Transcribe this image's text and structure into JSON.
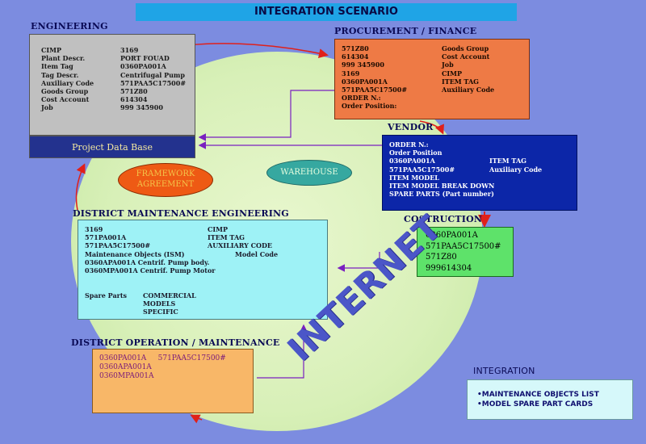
{
  "title": "INTEGRATION SCENARIO",
  "engineering": {
    "title": "ENGINEERING",
    "rows": [
      [
        "CIMP",
        "3169"
      ],
      [
        "Plant Descr.",
        "PORT FOUAD"
      ],
      [
        "Item Tag",
        "0360PA001A"
      ],
      [
        "Tag Descr.",
        "Centrifugal Pump"
      ],
      [
        "Auxiliary Code",
        "571PAA5C17500#"
      ],
      [
        "Goods Group",
        "571Z80"
      ],
      [
        "Cost Account",
        "614304"
      ],
      [
        "Job",
        "999 345900"
      ]
    ],
    "database": "Project Data Base"
  },
  "procurement": {
    "title": "PROCUREMENT / FINANCE",
    "rows": [
      [
        "571Z80",
        "Goods Group"
      ],
      [
        "614304",
        "Cost Account"
      ],
      [
        "999 345900",
        "Job"
      ],
      [
        "3169",
        "CIMP"
      ],
      [
        "0360PA001A",
        "ITEM TAG"
      ],
      [
        "571PAA5C17500#",
        "Auxiliary Code"
      ],
      [
        "ORDER N.:",
        ""
      ],
      [
        "Order Position:",
        ""
      ]
    ]
  },
  "vendor": {
    "title": "VENDOR",
    "rows": [
      [
        "ORDER N.:",
        ""
      ],
      [
        "Order Position",
        ""
      ],
      [
        "0360PA001A",
        "ITEM TAG"
      ],
      [
        "571PAA5C17500#",
        "Auxiliary Code"
      ],
      [
        "ITEM MODEL",
        ""
      ],
      [
        "ITEM MODEL BREAK DOWN",
        ""
      ],
      [
        "SPARE PARTS (Part number)",
        ""
      ]
    ]
  },
  "construction": {
    "title": "COSTRUCTION",
    "rows": [
      "0360PA001A",
      "571PAA5C17500#",
      "571Z80",
      "999614304"
    ]
  },
  "framework": {
    "line1": "FRAMEWORK",
    "line2": "AGREEMENT"
  },
  "warehouse": "WAREHOUSE",
  "district_maintenance": {
    "title": "DISTRICT MAINTENANCE ENGINEERING",
    "rows": [
      [
        "3169",
        "CIMP"
      ],
      [
        "571PA001A",
        "ITEM TAG"
      ],
      [
        "571PAA5C17500#",
        "AUXILIARY CODE"
      ],
      [
        "Maintenance Objects (ISM)",
        "Model Code"
      ],
      [
        "0360APA001A  Centrif. Pump body.",
        ""
      ],
      [
        "0360MPA001A  Centrif. Pump  Motor",
        ""
      ]
    ],
    "spare_label": "Spare Parts",
    "spare_items": [
      "COMMERCIAL",
      "MODELS",
      "SPECIFIC"
    ]
  },
  "district_operation": {
    "title": "DISTRICT OPERATION / MAINTENANCE",
    "rows": [
      "0360PA001A     571PAA5C17500#",
      "0360APA001A",
      "0360MPA001A"
    ]
  },
  "internet": "INTERNET",
  "integration": {
    "title": "INTEGRATION",
    "items": [
      "•MAINTENANCE OBJECTS LIST",
      "•MODEL SPARE PART CARDS"
    ]
  }
}
